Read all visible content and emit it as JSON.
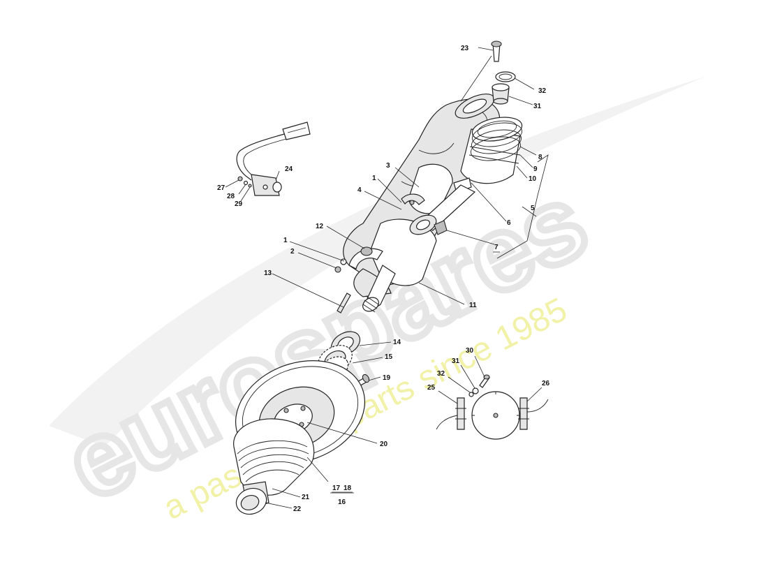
{
  "watermark": {
    "brand": "eurospares",
    "tagline": "a passion for parts since 1985",
    "colors": {
      "brand": "#e8e8e8",
      "tagline": "#f1f1a8"
    }
  },
  "callouts": [
    {
      "id": "23",
      "label": "23"
    },
    {
      "id": "32a",
      "label": "32"
    },
    {
      "id": "31a",
      "label": "31"
    },
    {
      "id": "8",
      "label": "8"
    },
    {
      "id": "9",
      "label": "9"
    },
    {
      "id": "10",
      "label": "10"
    },
    {
      "id": "5",
      "label": "5"
    },
    {
      "id": "6",
      "label": "6"
    },
    {
      "id": "7",
      "label": "7"
    },
    {
      "id": "3",
      "label": "3"
    },
    {
      "id": "1a",
      "label": "1"
    },
    {
      "id": "4",
      "label": "4"
    },
    {
      "id": "12",
      "label": "12"
    },
    {
      "id": "1b",
      "label": "1"
    },
    {
      "id": "2",
      "label": "2"
    },
    {
      "id": "13",
      "label": "13"
    },
    {
      "id": "11",
      "label": "11"
    },
    {
      "id": "24",
      "label": "24"
    },
    {
      "id": "27",
      "label": "27"
    },
    {
      "id": "28",
      "label": "28"
    },
    {
      "id": "29",
      "label": "29"
    },
    {
      "id": "14",
      "label": "14"
    },
    {
      "id": "15",
      "label": "15"
    },
    {
      "id": "19",
      "label": "19"
    },
    {
      "id": "20",
      "label": "20"
    },
    {
      "id": "17",
      "label": "17"
    },
    {
      "id": "18",
      "label": "18"
    },
    {
      "id": "16",
      "label": "16"
    },
    {
      "id": "21",
      "label": "21"
    },
    {
      "id": "22",
      "label": "22"
    },
    {
      "id": "30",
      "label": "30"
    },
    {
      "id": "31b",
      "label": "31"
    },
    {
      "id": "32b",
      "label": "32"
    },
    {
      "id": "25",
      "label": "25"
    },
    {
      "id": "26",
      "label": "26"
    }
  ]
}
